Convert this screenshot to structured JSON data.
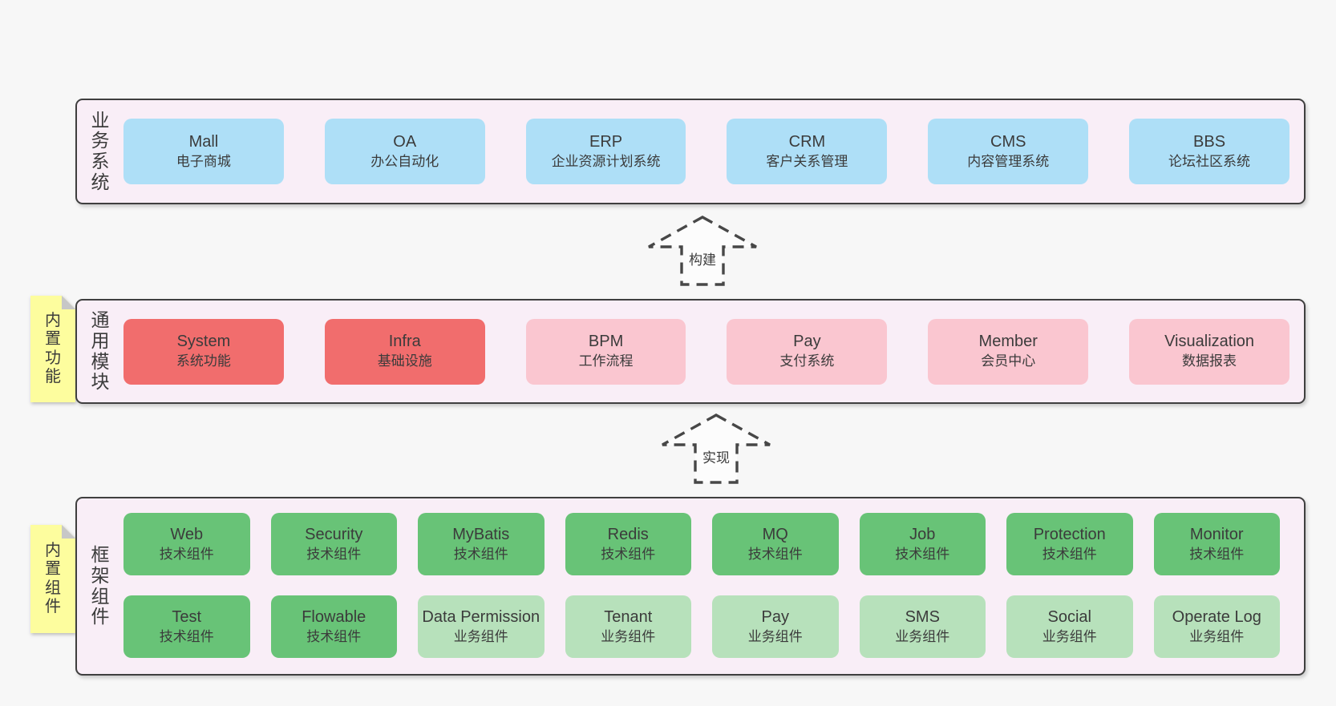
{
  "diagram": {
    "layers": {
      "business": {
        "label": "业务系统",
        "boxes": [
          {
            "name": "Mall",
            "desc": "电子商城"
          },
          {
            "name": "OA",
            "desc": "办公自动化"
          },
          {
            "name": "ERP",
            "desc": "企业资源计划系统"
          },
          {
            "name": "CRM",
            "desc": "客户关系管理"
          },
          {
            "name": "CMS",
            "desc": "内容管理系统"
          },
          {
            "name": "BBS",
            "desc": "论坛社区系统"
          }
        ]
      },
      "modules": {
        "label": "通用模块",
        "sticky_note": "内置功能",
        "boxes": [
          {
            "name": "System",
            "desc": "系统功能"
          },
          {
            "name": "Infra",
            "desc": "基础设施"
          },
          {
            "name": "BPM",
            "desc": "工作流程"
          },
          {
            "name": "Pay",
            "desc": "支付系统"
          },
          {
            "name": "Member",
            "desc": "会员中心"
          },
          {
            "name": "Visualization",
            "desc": "数据报表"
          }
        ]
      },
      "framework": {
        "label": "框架组件",
        "sticky_note": "内置组件",
        "row1": [
          {
            "name": "Web",
            "desc": "技术组件"
          },
          {
            "name": "Security",
            "desc": "技术组件"
          },
          {
            "name": "MyBatis",
            "desc": "技术组件"
          },
          {
            "name": "Redis",
            "desc": "技术组件"
          },
          {
            "name": "MQ",
            "desc": "技术组件"
          },
          {
            "name": "Job",
            "desc": "技术组件"
          },
          {
            "name": "Protection",
            "desc": "技术组件"
          },
          {
            "name": "Monitor",
            "desc": "技术组件"
          }
        ],
        "row2": [
          {
            "name": "Test",
            "desc": "技术组件"
          },
          {
            "name": "Flowable",
            "desc": "技术组件"
          },
          {
            "name": "Data Permission",
            "desc": "业务组件"
          },
          {
            "name": "Tenant",
            "desc": "业务组件"
          },
          {
            "name": "Pay",
            "desc": "业务组件"
          },
          {
            "name": "SMS",
            "desc": "业务组件"
          },
          {
            "name": "Social",
            "desc": "业务组件"
          },
          {
            "name": "Operate Log",
            "desc": "业务组件"
          }
        ]
      }
    },
    "arrows": {
      "build": "构建",
      "implement": "实现"
    },
    "colors": {
      "page_bg": "#f7f7f7",
      "layer_bg": "#f9eef7",
      "layer_border": "#3f3f3f",
      "business_box": "#aedff7",
      "module_core_box": "#f16d6d",
      "module_box": "#fac6d0",
      "tech_component_box": "#68c377",
      "biz_component_box": "#b7e1bb",
      "sticky_bg": "#fdfd9e",
      "text": "#3b3b3b"
    }
  }
}
